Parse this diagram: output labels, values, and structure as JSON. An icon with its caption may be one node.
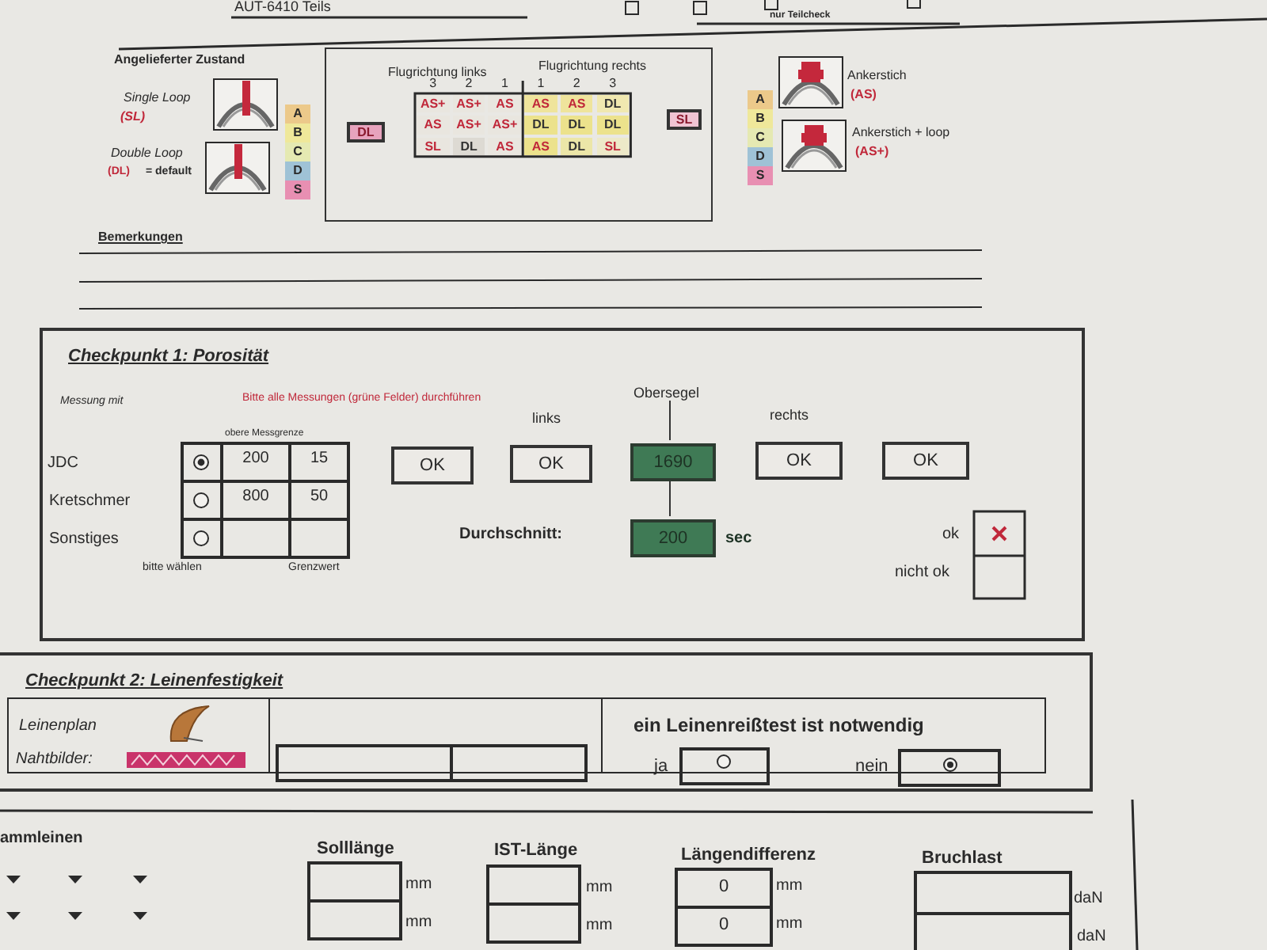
{
  "diagram": {
    "nodes": [
      {
        "text": [],
        "shape": "box"
      },
      {
        "text": [
          "DL"
        ],
        "in": 0
      },
      {
        "text": [
          "SL"
        ],
        "in": 0
      },
      {
        "text": [
          "Checkpunkt 1: Porosität"
        ]
      },
      {
        "text": [
          "OK"
        ],
        "in": 3
      },
      {
        "text": [
          "OK"
        ],
        "in": 3
      },
      {
        "text": [
          "1690"
        ],
        "in": 3
      },
      {
        "text": [
          "OK"
        ],
        "in": 3
      },
      {
        "text": [
          "OK"
        ],
        "in": 3
      },
      {
        "text": [
          "200"
        ],
        "in": 3,
        "beside": [
          "sec"
        ]
      },
      {
        "text": [
          "Obersegel"
        ],
        "in": 3
      },
      {
        "text": [
          "Checkpunkt 2: Leinenfestigkeit"
        ]
      }
    ],
    "edges": [
      {
        "from": 10,
        "to": 6,
        "arrow": "none"
      },
      {
        "from": 6,
        "to": 9,
        "arrow": "none"
      }
    ],
    "labels": [
      "AUT-6410 Teils",
      "nur Teilcheck",
      "Angelieferter Zustand",
      "Single Loop",
      "(SL)",
      "Double Loop",
      "(DL)",
      "= default",
      "A",
      "B",
      "C",
      "D",
      "S",
      "Flugrichtung links",
      "Flugrichtung rechts",
      "3",
      "2",
      "1",
      "1",
      "2",
      "3",
      "AS+",
      "AS+",
      "AS",
      "AS",
      "AS",
      "DL",
      "AS",
      "AS+",
      "AS+",
      "DL",
      "DL",
      "DL",
      "SL",
      "DL",
      "AS",
      "AS",
      "DL",
      "SL",
      "A",
      "B",
      "C",
      "D",
      "S",
      "Ankerstich",
      "(AS)",
      "Ankerstich + loop",
      "(AS+)",
      "Bemerkungen",
      "Messung mit",
      "Bitte alle Messungen (grüne Felder) durchführen",
      "links",
      "rechts",
      "obere Messgrenze",
      "JDC",
      "200",
      "15",
      "Kretschmer",
      "800",
      "50",
      "Sonstiges",
      "bitte wählen",
      "Grenzwert",
      "Durchschnitt:",
      "ok",
      "nicht ok",
      "Leinenplan",
      "Nahtbilder:",
      "ein Leinenreißtest ist notwendig",
      "ja",
      "nein",
      "ammleinen",
      "Solllänge",
      "mm",
      "mm",
      "IST-Länge",
      "mm",
      "mm",
      "Längendifferenz",
      "0",
      "mm",
      "0",
      "mm",
      "Bruchlast",
      "daN",
      "daN"
    ]
  }
}
